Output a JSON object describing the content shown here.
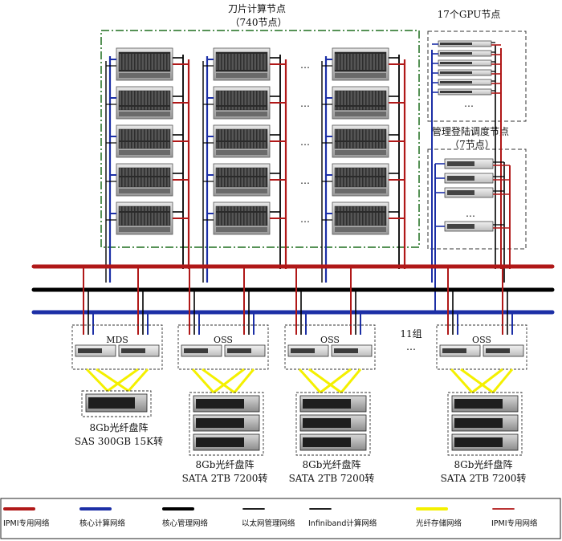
{
  "groups": {
    "blade": {
      "title": "刀片计算节点",
      "subtitle": "（740节点）"
    },
    "gpu": {
      "title": "17个GPU节点"
    },
    "mgmt": {
      "title": "管理登陆调度节点",
      "subtitle": "（7节点）"
    }
  },
  "storage_units": [
    {
      "server_label": "MDS",
      "array_title": "8Gb光纤盘阵",
      "array_spec": "SAS 300GB 15K转"
    },
    {
      "server_label": "OSS",
      "array_title": "8Gb光纤盘阵",
      "array_spec": "SATA 2TB 7200转"
    },
    {
      "server_label": "OSS",
      "array_title": "8Gb光纤盘阵",
      "array_spec": "SATA 2TB 7200转"
    },
    {
      "server_label": "OSS",
      "array_title": "8Gb光纤盘阵",
      "array_spec": "SATA 2TB 7200转"
    }
  ],
  "groups_count_label": "11组",
  "ellipsis": "…",
  "colors": {
    "ipmi": "#b01818",
    "core_compute": "#1c2fa6",
    "core_mgmt": "#000000",
    "fiber_storage": "#f4f000",
    "frame": "#1f6e1f"
  },
  "legend": [
    {
      "label": "IPMI专用网络",
      "color": "#b01818",
      "style": "thick"
    },
    {
      "label": "核心计算网络",
      "color": "#1c2fa6",
      "style": "thick"
    },
    {
      "label": "核心管理网络",
      "color": "#000000",
      "style": "thick"
    },
    {
      "label": "以太网管理网络",
      "color": "#000000",
      "style": "thin"
    },
    {
      "label": "Infiniband计算网络",
      "color": "#000000",
      "style": "thin"
    },
    {
      "label": "光纤存储网络",
      "color": "#f4f000",
      "style": "thick"
    },
    {
      "label": "IPMI专用网络",
      "color": "#b01818",
      "style": "thin"
    }
  ]
}
